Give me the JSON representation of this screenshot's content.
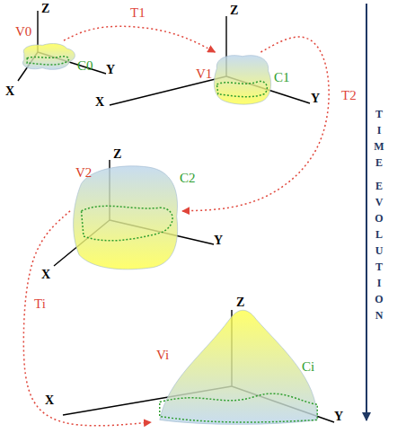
{
  "diagram": {
    "nodes": [
      {
        "text": [
          "V0",
          "C0"
        ]
      },
      {
        "text": [
          "V1",
          "C1"
        ]
      },
      {
        "text": [
          "V2",
          "C2"
        ]
      },
      {
        "text": [
          "Vi",
          "Ci"
        ]
      }
    ],
    "edges": [
      {
        "from": 0,
        "to": 1,
        "arrow": "to",
        "label": "T1"
      },
      {
        "from": 1,
        "to": 2,
        "arrow": "to",
        "label": "T2"
      },
      {
        "from": 2,
        "to": 3,
        "arrow": "to",
        "label": "Ti"
      }
    ],
    "labels": [
      "Z",
      "X",
      "Y",
      "Z",
      "X",
      "Y",
      "Z",
      "X",
      "Y",
      "Z",
      "X",
      "Y",
      "TIME",
      "EVOLUTION"
    ]
  }
}
